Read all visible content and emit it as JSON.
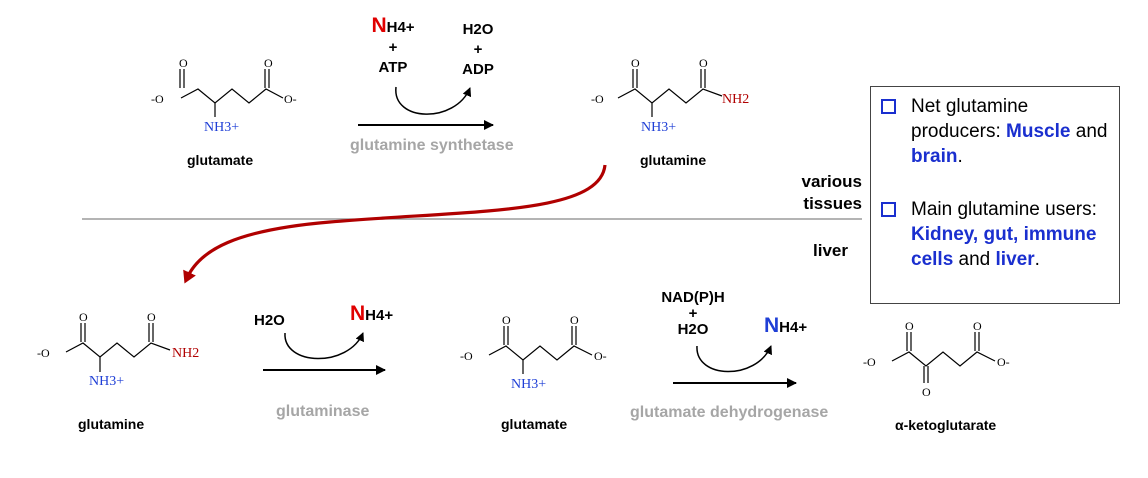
{
  "compounds": {
    "top_left": "glutamate",
    "top_right": "glutamine",
    "bottom_1": "glutamine",
    "bottom_2": "glutamate",
    "bottom_3": "α-ketoglutarate"
  },
  "enzymes": {
    "synthetase": "glutamine synthetase",
    "glutaminase": "glutaminase",
    "dehydrogenase": "glutamate dehydrogenase"
  },
  "reaction1": {
    "in_n": "N",
    "in_rest": "H4+",
    "plus1": "+",
    "atp": "ATP",
    "out_water": "H2O",
    "plus2": "+",
    "adp": "ADP"
  },
  "reaction2": {
    "water": "H2O",
    "n": "N",
    "rest": "H4+"
  },
  "reaction3": {
    "nadph": "NAD(P)H",
    "plus": "+",
    "water": "H2O",
    "n": "N",
    "rest": "H4+"
  },
  "atoms": {
    "o": "O",
    "o_minus": "-O",
    "o_minus_right": "O-",
    "nh3": "NH3+",
    "nh2": "NH2"
  },
  "sides": {
    "line1": "various",
    "line2": "tissues",
    "liver": "liver"
  },
  "info": {
    "b1_pre": "Net glutamine producers: ",
    "b1_h1": "Muscle",
    "b1_mid": " and ",
    "b1_h2": "brain",
    "b1_post": ".",
    "b2_pre": "Main glutamine users: ",
    "b2_h1": "Kidney, gut, immune cells",
    "b2_mid": " and ",
    "b2_h2": "liver",
    "b2_post": "."
  },
  "colors": {
    "red_arrow": "#b00000",
    "ammonium_red": "#e00000",
    "ammonium_blue": "#1f3fd6",
    "amine_blue": "#1f3fd6",
    "enzyme_gray": "#a6a6a6",
    "highlight_blue": "#1a2fcf"
  }
}
